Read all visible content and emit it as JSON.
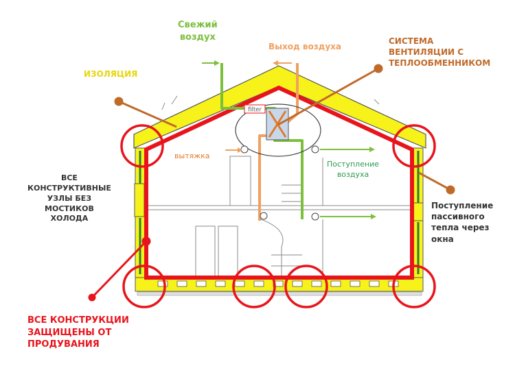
{
  "labels": {
    "fresh_air": "Свежий\nвоздух",
    "air_exit": "Выход воздуха",
    "system": "СИСТЕМА\nВЕНТИЛЯЦИИ С\nТЕПЛООБМЕННИКОМ",
    "insulation": "ИЗОЛЯЦИЯ",
    "exhaust": "вытяжка",
    "air_supply": "Поступление\nвоздуха",
    "cold_bridges": "ВСЕ\nКОНСТРУКТИВНЫЕ\nУЗЛЫ БЕЗ\nМОСТИКОВ\nХОЛОДА",
    "passive_heat": "Поступление\nпассивного\nтепла через\nокна",
    "airtight": "ВСЕ КОНСТРУКЦИИ\nЗАЩИЩЕНЫ ОТ\nПРОДУВАНИЯ",
    "filter": "filter"
  },
  "colors": {
    "insulation": "#f7f31a",
    "airtight": "#e8141c",
    "fresh_air": "#7cbf3c",
    "exhaust_air": "#f0a060",
    "leader": "#c06a2a",
    "supply_text": "#2f9a4f",
    "outline": "#555555"
  }
}
